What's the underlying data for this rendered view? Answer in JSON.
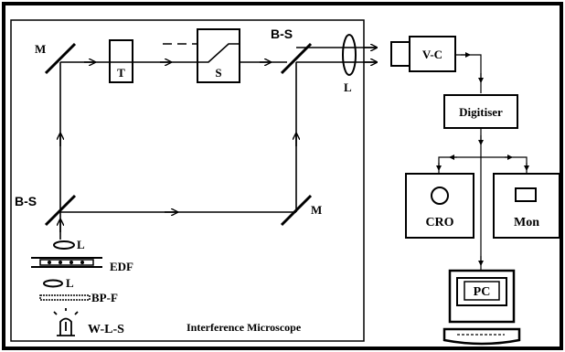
{
  "diagram": {
    "caption": "Interference Microscope",
    "labels": {
      "mirror_top": "M",
      "mirror_bottom": "M",
      "beam_splitter_top": "B-S",
      "beam_splitter_bottom": "B-S",
      "tube_box": "T",
      "shutter_box": "S",
      "lens_output": "L",
      "lens_upper": "L",
      "lens_lower": "L",
      "edf": "EDF",
      "bpf": "BP-F",
      "light_source": "W-L-S",
      "video_camera": "V-C",
      "digitiser": "Digitiser",
      "cro": "CRO",
      "monitor": "Mon",
      "pc": "PC"
    },
    "colors": {
      "line": "#000000",
      "background": "#ffffff"
    },
    "icons": [
      "mirror",
      "beam-splitter",
      "lens",
      "arrow",
      "lamp",
      "filter",
      "monitor-screen",
      "computer-terminal"
    ]
  }
}
